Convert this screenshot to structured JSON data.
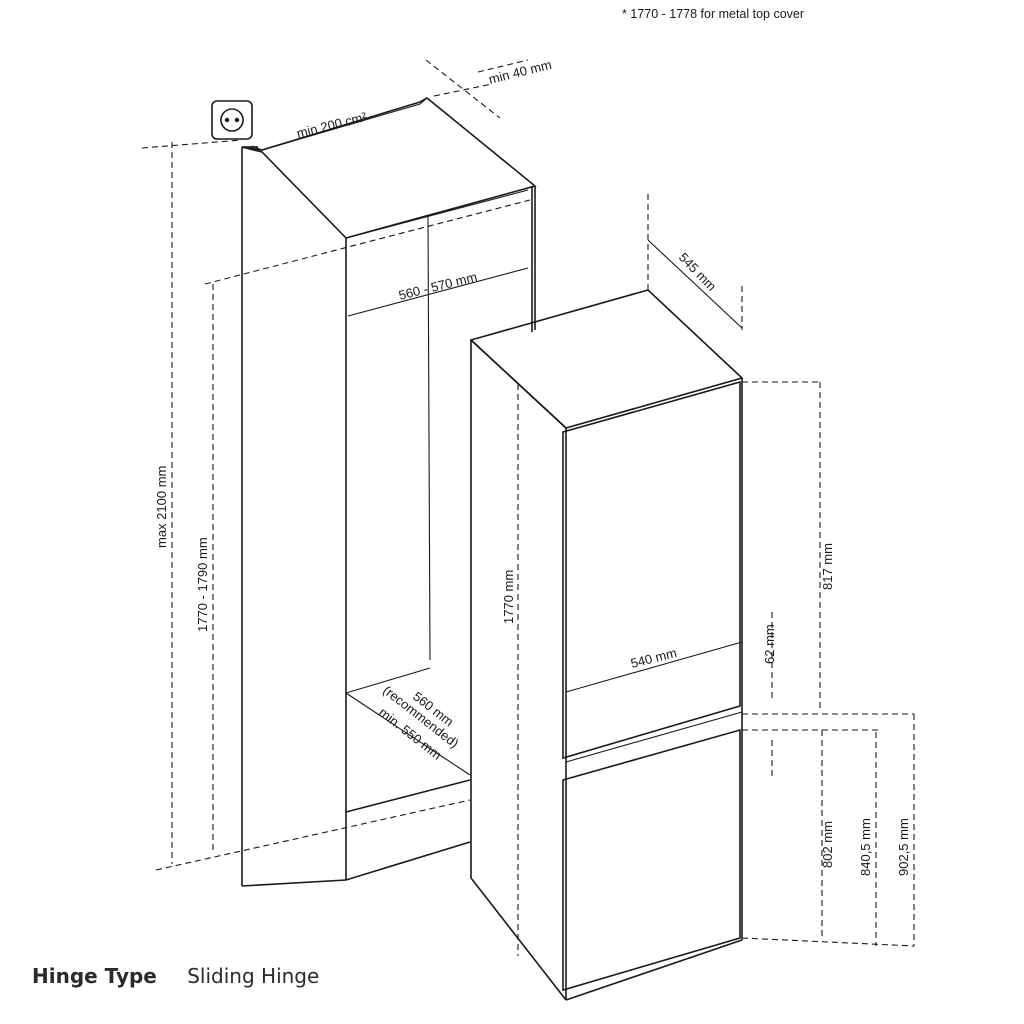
{
  "note": "* 1770 - 1778 for metal top cover",
  "labels": {
    "min_vent_area": "min 200 cm²",
    "min_gap_rear": "min 40 mm",
    "max_height": "max 2100 mm",
    "niche_height": "1770 - 1790 mm",
    "niche_width": "560 - 570 mm",
    "niche_depth_recommended": "560 mm",
    "recommended": "(recommended)",
    "niche_depth_min": "min. 550 mm",
    "appliance_depth": "545 mm",
    "appliance_height": "1770 mm",
    "appliance_width": "540 mm",
    "upper_door": "817 mm",
    "door_gap": "62 mm",
    "lower_door": "802 mm",
    "lower_840": "840,5 mm",
    "lower_902": "902,5 mm"
  },
  "footer": {
    "key": "Hinge Type",
    "value": "Sliding Hinge"
  },
  "icons": {
    "socket": "power-socket-icon"
  }
}
